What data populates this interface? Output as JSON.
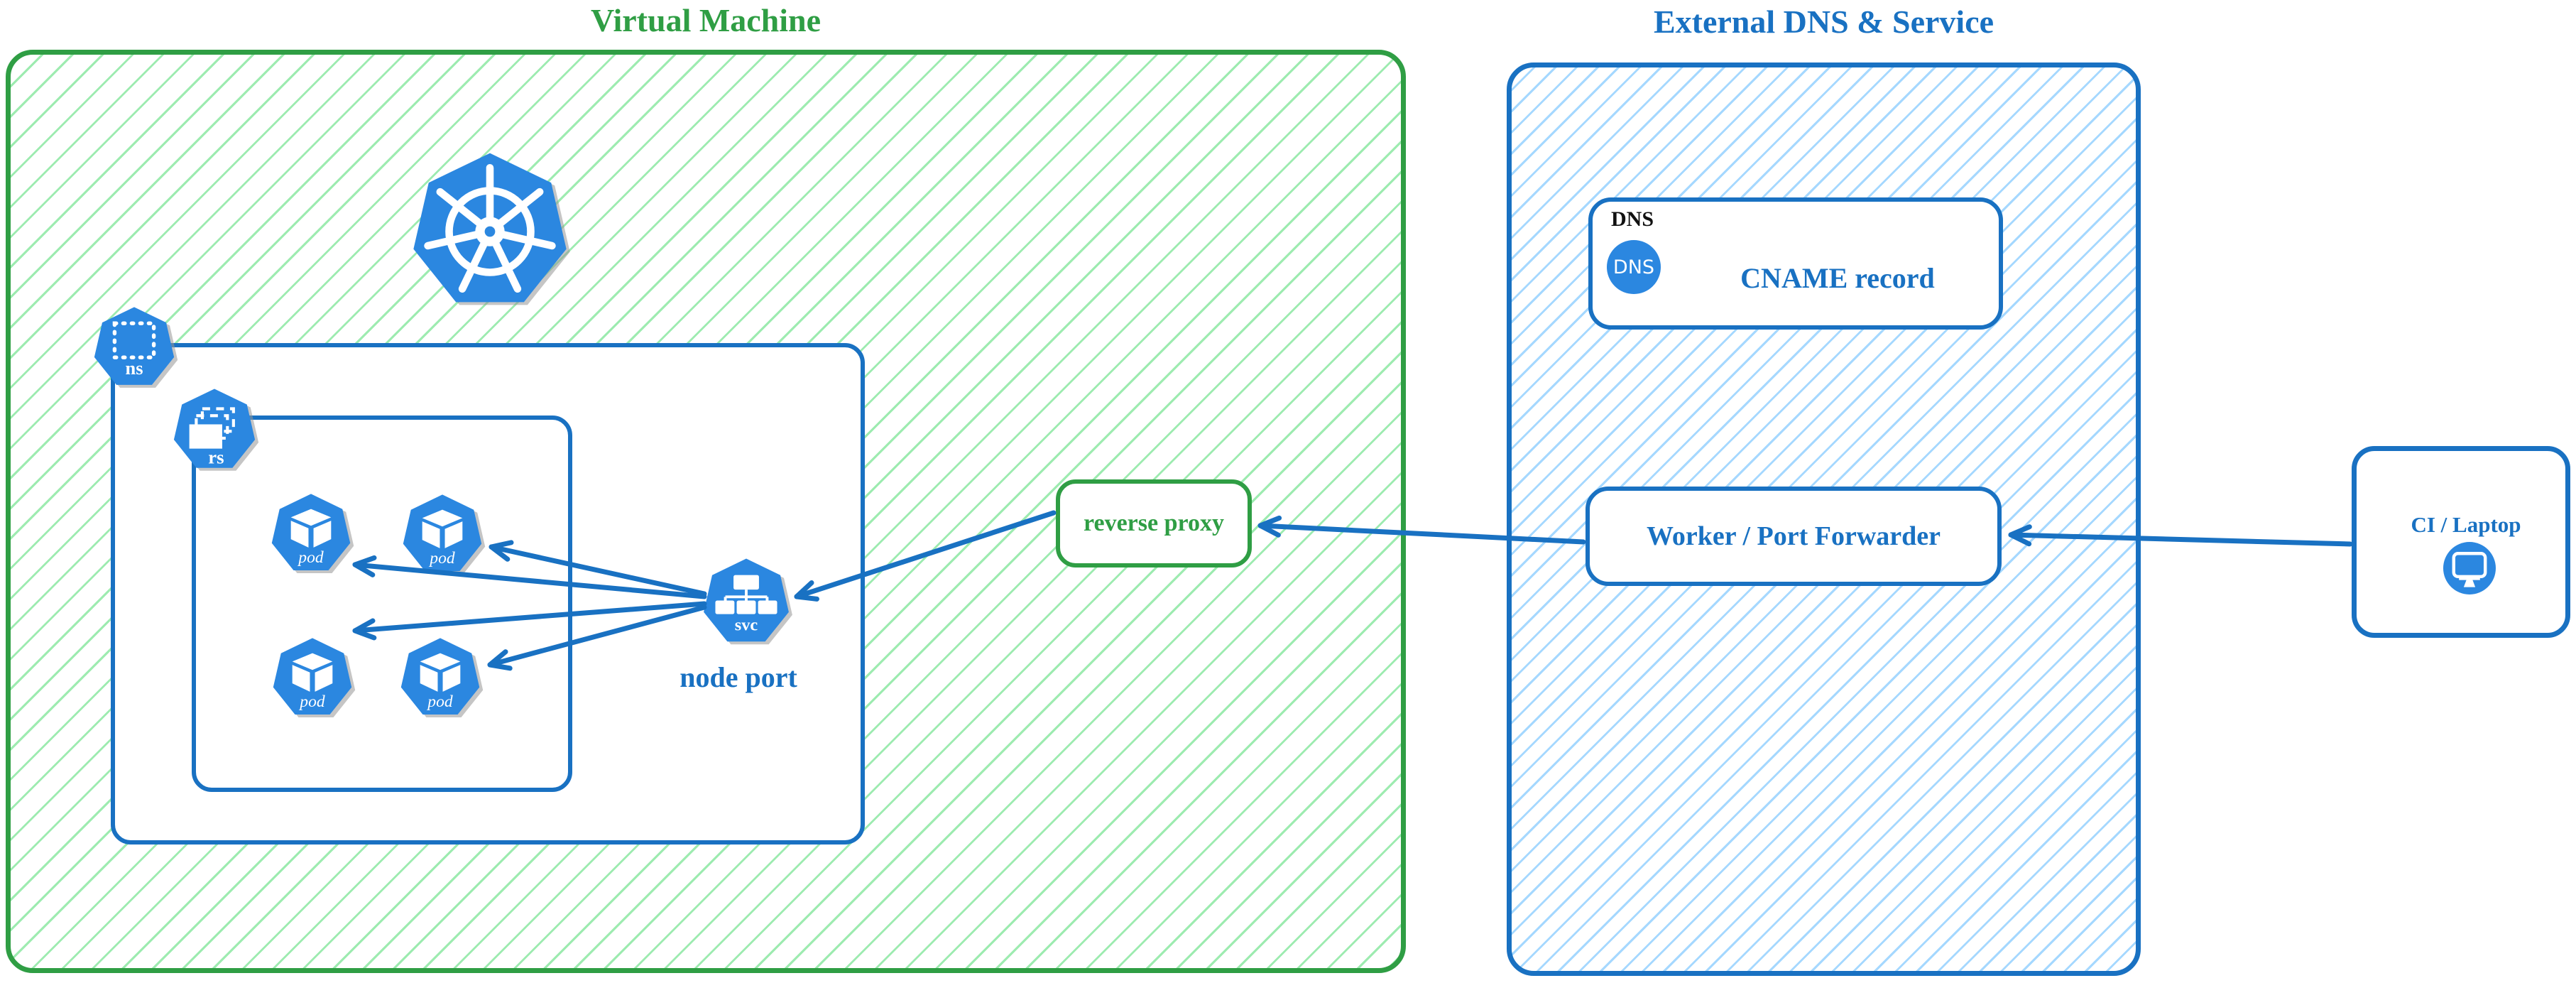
{
  "palette": {
    "green": "#2f9e44",
    "green_hatch": "#9debb0",
    "blue": "#1971c2",
    "blue_hatch": "#a5d8ff",
    "icon_blue": "#2b87e0",
    "ink": "#111111"
  },
  "vm": {
    "title": "Virtual Machine"
  },
  "cluster": {
    "kubernetes_logo": "kubernetes",
    "namespace_icon_label": "ns",
    "replicaset_icon_label": "rs",
    "pods": [
      {
        "label": "pod"
      },
      {
        "label": "pod"
      },
      {
        "label": "pod"
      },
      {
        "label": "pod"
      }
    ],
    "service_icon_label": "svc",
    "service_caption": "node port"
  },
  "reverse_proxy": {
    "label": "reverse proxy"
  },
  "external": {
    "title": "External DNS & Service",
    "dns_card": {
      "tag": "DNS",
      "icon_text": "DNS",
      "label": "CNAME record"
    },
    "worker": {
      "label": "Worker / Port Forwarder"
    }
  },
  "ci": {
    "label": "CI / Laptop"
  }
}
